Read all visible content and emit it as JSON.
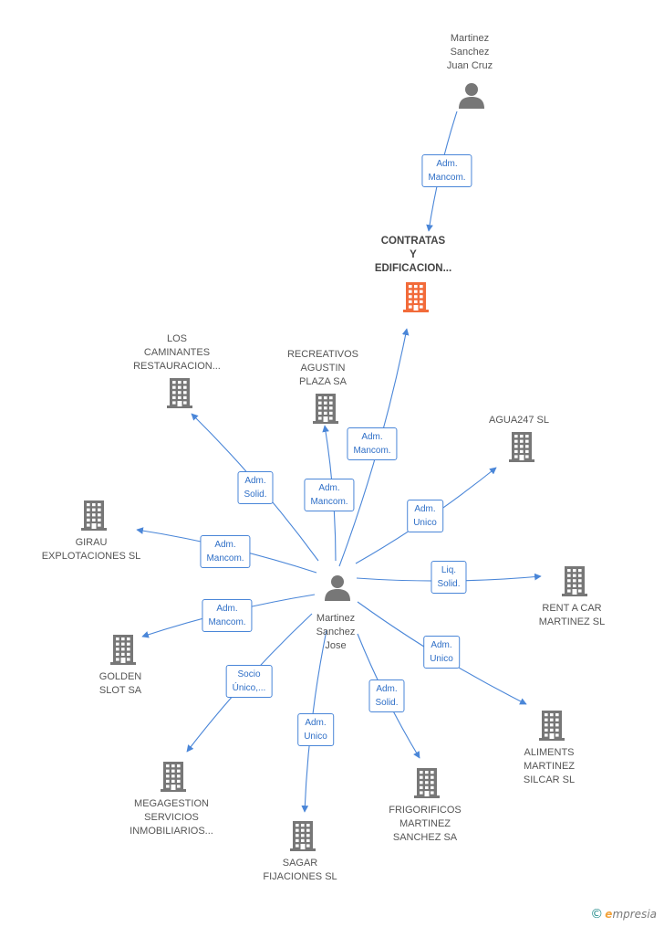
{
  "colors": {
    "edge": "#4a86d8",
    "company": "#777777",
    "company_main": "#f26b3a",
    "person": "#777777"
  },
  "nodes": [
    {
      "id": "jose",
      "type": "person",
      "lines": [
        "Martinez",
        "Sanchez",
        "Jose"
      ]
    },
    {
      "id": "juancruz",
      "type": "person",
      "lines": [
        "Martinez",
        "Sanchez",
        "Juan Cruz"
      ]
    },
    {
      "id": "contratas",
      "type": "company_main",
      "lines": [
        "CONTRATAS",
        "Y",
        "EDIFICACION..."
      ]
    },
    {
      "id": "caminantes",
      "type": "company",
      "lines": [
        "LOS",
        "CAMINANTES",
        "RESTAURACION..."
      ]
    },
    {
      "id": "recreativos",
      "type": "company",
      "lines": [
        "RECREATIVOS",
        "AGUSTIN",
        "PLAZA SA"
      ]
    },
    {
      "id": "agua247",
      "type": "company",
      "lines": [
        "AGUA247  SL"
      ]
    },
    {
      "id": "girau",
      "type": "company",
      "lines": [
        "GIRAU",
        "EXPLOTACIONES SL"
      ]
    },
    {
      "id": "rentacar",
      "type": "company",
      "lines": [
        "RENT A CAR",
        "MARTINEZ  SL"
      ]
    },
    {
      "id": "golden",
      "type": "company",
      "lines": [
        "GOLDEN",
        "SLOT SA"
      ]
    },
    {
      "id": "aliments",
      "type": "company",
      "lines": [
        "ALIMENTS",
        "MARTINEZ",
        "SILCAR SL"
      ]
    },
    {
      "id": "megagestion",
      "type": "company",
      "lines": [
        "MEGAGESTION",
        "SERVICIOS",
        "INMOBILIARIOS..."
      ]
    },
    {
      "id": "frigorificos",
      "type": "company",
      "lines": [
        "FRIGORIFICOS",
        "MARTINEZ",
        "SANCHEZ SA"
      ]
    },
    {
      "id": "sagar",
      "type": "company",
      "lines": [
        "SAGAR",
        "FIJACIONES SL"
      ]
    }
  ],
  "edges": [
    {
      "from": "juancruz",
      "to": "contratas",
      "lines": [
        "Adm.",
        "Mancom."
      ]
    },
    {
      "from": "jose",
      "to": "contratas",
      "lines": [
        "Adm.",
        "Mancom."
      ]
    },
    {
      "from": "jose",
      "to": "caminantes",
      "lines": [
        "Adm.",
        "Solid."
      ]
    },
    {
      "from": "jose",
      "to": "recreativos",
      "lines": [
        "Adm.",
        "Mancom."
      ]
    },
    {
      "from": "jose",
      "to": "agua247",
      "lines": [
        "Adm.",
        "Unico"
      ]
    },
    {
      "from": "jose",
      "to": "girau",
      "lines": [
        "Adm.",
        "Mancom."
      ]
    },
    {
      "from": "jose",
      "to": "rentacar",
      "lines": [
        "Liq.",
        "Solid."
      ]
    },
    {
      "from": "jose",
      "to": "golden",
      "lines": [
        "Adm.",
        "Mancom."
      ]
    },
    {
      "from": "jose",
      "to": "aliments",
      "lines": [
        "Adm.",
        "Unico"
      ]
    },
    {
      "from": "jose",
      "to": "megagestion",
      "lines": [
        "Socio",
        "Único,..."
      ]
    },
    {
      "from": "jose",
      "to": "frigorificos",
      "lines": [
        "Adm.",
        "Solid."
      ]
    },
    {
      "from": "jose",
      "to": "sagar",
      "lines": [
        "Adm.",
        "Unico"
      ]
    }
  ],
  "footer": {
    "copyright_symbol": "©",
    "brand_e": "e",
    "brand_rest": "mpresia"
  }
}
